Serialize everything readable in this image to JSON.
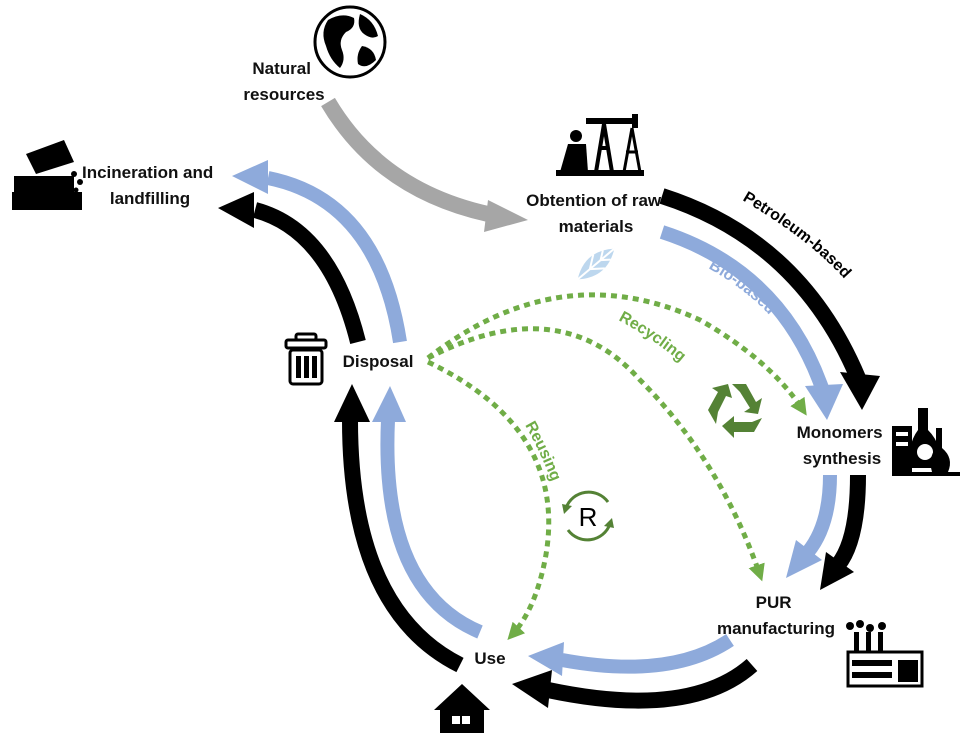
{
  "nodes": {
    "natural_resources": [
      "Natural",
      "resources"
    ],
    "incineration": [
      "Incineration and",
      "landfilling"
    ],
    "raw_materials": [
      "Obtention of raw",
      "materials"
    ],
    "disposal": "Disposal",
    "monomers": [
      "Monomers",
      "synthesis"
    ],
    "pur": [
      "PUR",
      "manufacturing"
    ],
    "use": "Use"
  },
  "arrow_labels": {
    "petroleum": "Petroleum-based",
    "bio": "Bio-based",
    "recycling": "Recycling",
    "reusing": "Reusing"
  },
  "reuse_symbol": "R",
  "colors": {
    "petroleum": "#000000",
    "bio": "#8eaadb",
    "natural": "#a6a6a6",
    "recycle": "#70ad47",
    "recycle_icon": "#548235"
  },
  "icons": [
    "globe-icon",
    "truck-dumping-icon",
    "oil-pump-icon",
    "leaf-icon",
    "trash-bin-icon",
    "recycle-icon",
    "reuse-icon",
    "lab-flask-icon",
    "factory-icon",
    "house-icon"
  ]
}
